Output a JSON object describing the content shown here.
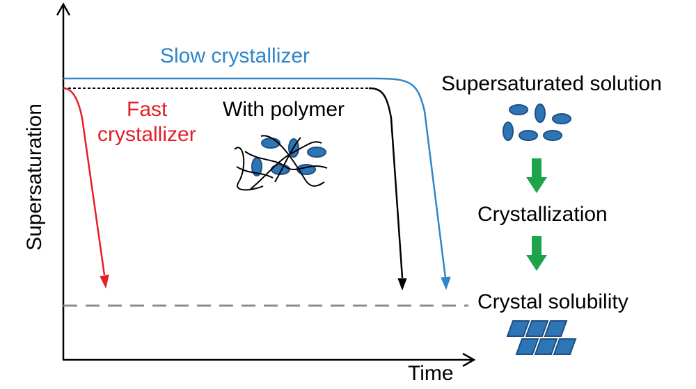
{
  "axes": {
    "x_label": "Time",
    "y_label": "Supersaturation"
  },
  "curves": {
    "slow": {
      "label": "Slow crystallizer",
      "color": "#2e86c8"
    },
    "fast": {
      "label_line1": "Fast",
      "label_line2": "crystallizer",
      "color": "#e41e26"
    },
    "polymer": {
      "label": "With polymer",
      "color": "#000000"
    }
  },
  "solubility_line": {
    "color": "#8c8c8c"
  },
  "process": {
    "step1": "Supersaturated solution",
    "step2": "Crystallization",
    "step3": "Crystal solubility",
    "arrow_color": "#1fa34a",
    "molecule_color": "#2e75b6",
    "molecule_edge": "#1f4f82"
  }
}
